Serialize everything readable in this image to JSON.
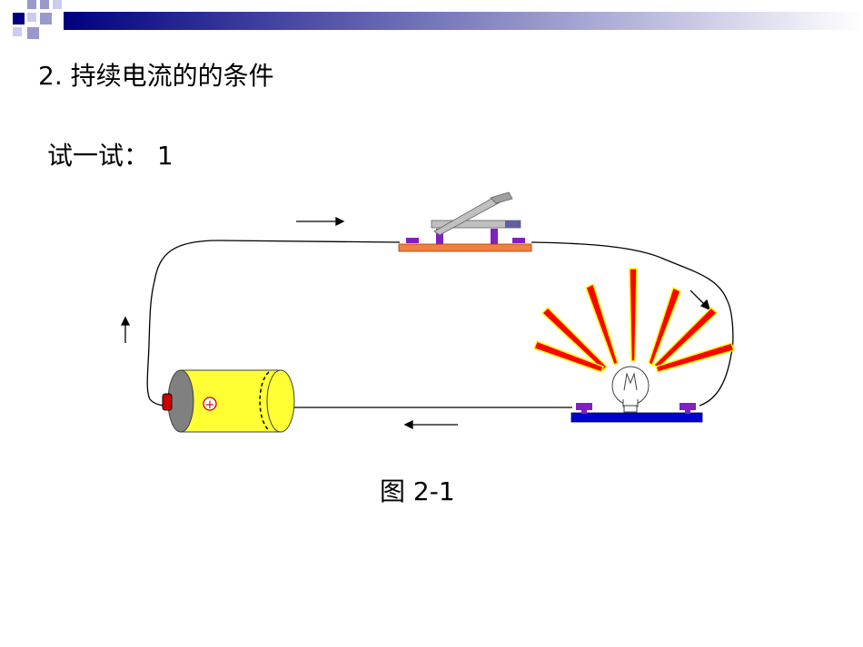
{
  "slide": {
    "title": "2.  持续电流的的条件",
    "subtitle": "试一试：  1",
    "caption": "图 2-1"
  },
  "colors": {
    "header_start": "#000080",
    "header_end": "#ffffff",
    "battery_body": "#ffff33",
    "battery_cap": "#808080",
    "battery_terminal": "#cc0000",
    "switch_base": "#f08040",
    "switch_posts": "#8020c0",
    "lamp_base": "#0000cc",
    "rays": "#ff0000",
    "ray_edge": "#ffff00"
  },
  "diagram": {
    "battery_symbol": "+",
    "components": [
      "battery",
      "switch",
      "light-bulb"
    ]
  }
}
